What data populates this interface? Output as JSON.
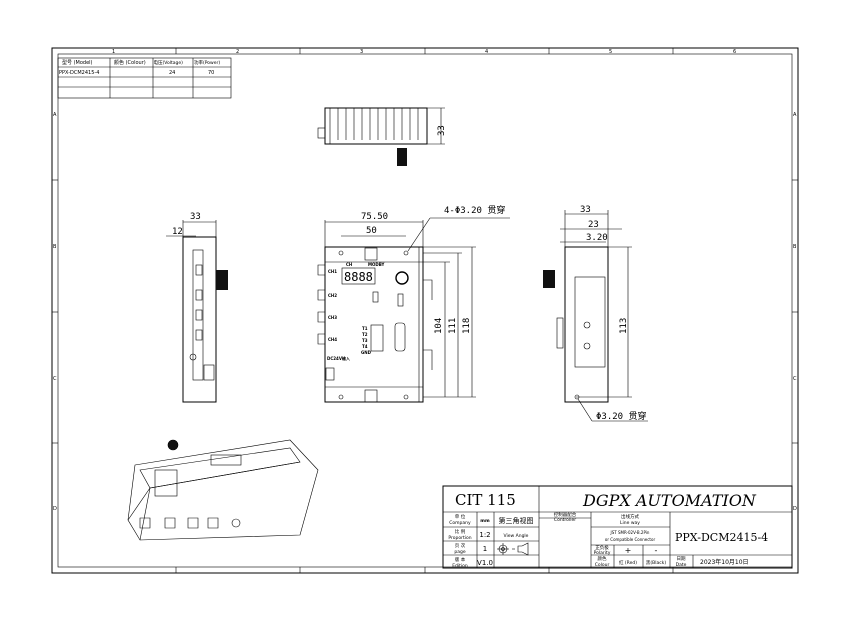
{
  "frame": {
    "columns": [
      "1",
      "2",
      "3",
      "4",
      "5",
      "6"
    ],
    "rows": [
      "A",
      "B",
      "C",
      "D"
    ]
  },
  "spec_table": {
    "headers": [
      "型号 (Model)",
      "颜色 (Colour)",
      "电压(Voltage)",
      "功率(Power)"
    ],
    "rows": [
      [
        "PPX-DCM2415-4",
        "",
        "24",
        "70"
      ],
      [
        "",
        "",
        "",
        ""
      ],
      [
        "",
        "",
        "",
        ""
      ]
    ]
  },
  "top_view": {
    "dim_height": "33"
  },
  "left_view": {
    "dim_width": "33",
    "dim_offset": "12"
  },
  "front_view": {
    "dim_width": "75.50",
    "dim_hole_spacing": "50",
    "hole_note": "4-Φ3.20 贯穿",
    "dim_104": "104",
    "dim_111": "111",
    "dim_118": "118",
    "display": "8888",
    "labels": {
      "ch": "CH",
      "mode": "MODBY",
      "ch1": "CH1",
      "ch2": "CH2",
      "ch3": "CH3",
      "ch4": "CH4",
      "t1": "T1",
      "t2": "T2",
      "t3": "T3",
      "t4": "T4",
      "gnd": "GND",
      "power_in": "DC24V输入"
    }
  },
  "right_view": {
    "dim_33": "33",
    "dim_23": "23",
    "dim_320": "3.20",
    "dim_113": "113",
    "hole_note": "Φ3.20 贯穿"
  },
  "title_block": {
    "drawing_no": "CIT 115",
    "company_name": "DGPX AUTOMATION",
    "unit_label": "单 位",
    "unit_label_en": "Company",
    "unit_value": "mm",
    "scale_label": "比 例",
    "scale_label_en": "Proportion",
    "scale_value": "1:2",
    "page_label": "页 次",
    "page_label_en": "page",
    "page_value": "1",
    "edition_label": "版 本",
    "edition_label_en": "Edition",
    "edition_value": "V1.0",
    "projection": "第三角视图",
    "view_angle": "View Angle",
    "controller_label": "控制器配合",
    "controller_label_en": "Controller",
    "line_way_label": "出线方式",
    "line_way_label_en": "Line way",
    "connector_1": "JST SMR-02V-B.2Pin",
    "connector_2": "or Compatible Connector",
    "polarity_label": "正负极",
    "polarity_label_en": "Polarity",
    "plus": "+",
    "minus": "-",
    "colour_label": "颜色",
    "colour_label_en": "Colour",
    "red": "红 (Red)",
    "black": "黑(Black)",
    "part_no": "PPX-DCM2415-4",
    "date_label": "日期",
    "date_label_en": "Date",
    "date_value": "2023年10月10日"
  }
}
